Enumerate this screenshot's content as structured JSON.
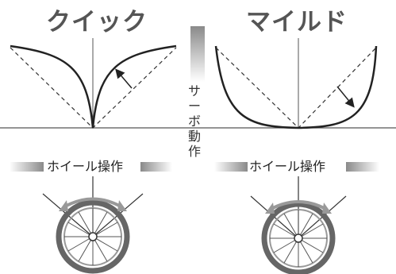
{
  "panels": {
    "left": {
      "title": "クイック",
      "wheel_label": "ホイール操作"
    },
    "right": {
      "title": "マイルド",
      "wheel_label": "ホイール操作"
    }
  },
  "center_label": {
    "chars": [
      "サ",
      "ー",
      "ボ",
      "動",
      "作"
    ]
  },
  "colors": {
    "curve": "#222222",
    "dashed": "#333333",
    "title": "#555555",
    "wheel_tire": "#666666",
    "wheel_arrow": "#999999"
  }
}
